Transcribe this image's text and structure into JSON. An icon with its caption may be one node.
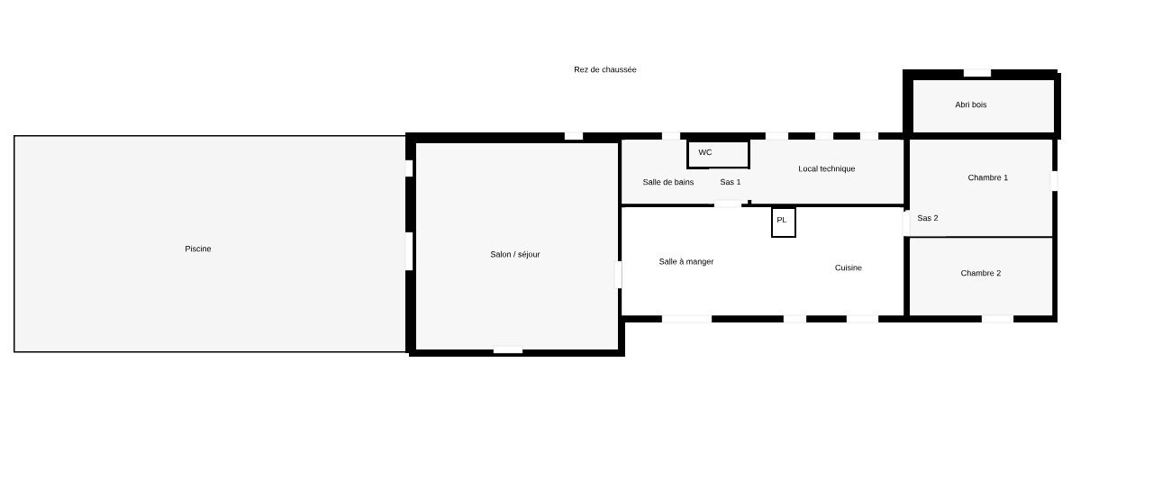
{
  "diagram": {
    "title": "Rez de chaussée",
    "nodes": [
      {
        "text": [
          "Piscine"
        ]
      },
      {
        "text": [
          "Salon / séjour"
        ]
      },
      {
        "text": [
          "Salle de bains"
        ]
      },
      {
        "text": [
          "WC"
        ]
      },
      {
        "text": [
          "Sas 1"
        ]
      },
      {
        "text": [
          "Local technique"
        ]
      },
      {
        "text": [
          "Salle à manger",
          "Cuisine"
        ]
      },
      {
        "text": [
          "PL"
        ],
        "in": 6
      },
      {
        "text": [
          "Abri bois"
        ]
      },
      {
        "text": [
          "Chambre 1"
        ]
      },
      {
        "text": [
          "Sas 2"
        ]
      },
      {
        "text": [
          "Chambre 2"
        ]
      }
    ],
    "edges": []
  }
}
